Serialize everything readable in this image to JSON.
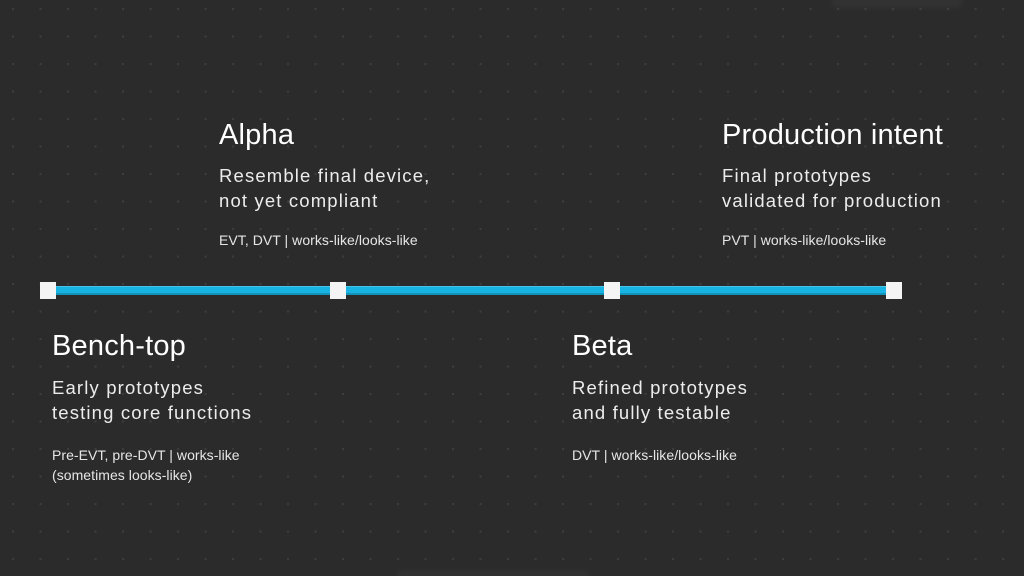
{
  "slide": {
    "background_color": "#2b2b2b",
    "accent_color": "#17b4e3",
    "marker_color": "#f4f4f4",
    "title_color": "#ffffff"
  },
  "timeline": {
    "markers": [
      {
        "label": "marker-bench-top",
        "position_pct": 0
      },
      {
        "label": "marker-alpha",
        "position_pct": 34.3
      },
      {
        "label": "marker-beta",
        "position_pct": 66.7
      },
      {
        "label": "marker-production-intent",
        "position_pct": 100
      }
    ]
  },
  "stages": {
    "bench_top": {
      "title": "Bench-top",
      "subtitle": "Early prototypes\ntesting core functions",
      "caption": "Pre-EVT, pre-DVT | works-like\n(sometimes looks-like)"
    },
    "alpha": {
      "title": "Alpha",
      "subtitle": "Resemble final device,\nnot yet compliant",
      "caption": "EVT, DVT | works-like/looks-like"
    },
    "beta": {
      "title": "Beta",
      "subtitle": "Refined prototypes\nand fully testable",
      "caption": "DVT | works-like/looks-like"
    },
    "production_intent": {
      "title": "Production intent",
      "subtitle": "Final prototypes\nvalidated for production",
      "caption": "PVT | works-like/looks-like"
    }
  }
}
